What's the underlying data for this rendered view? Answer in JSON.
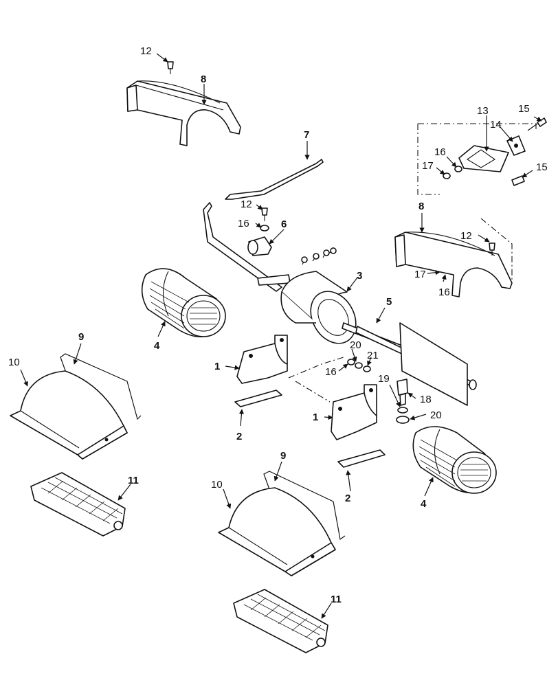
{
  "callouts": {
    "c1a": "1",
    "c1b": "1",
    "c2a": "2",
    "c2b": "2",
    "c3": "3",
    "c4a": "4",
    "c4b": "4",
    "c5": "5",
    "c6": "6",
    "c7": "7",
    "c8a": "8",
    "c8b": "8",
    "c9a": "9",
    "c9b": "9",
    "c10a": "10",
    "c10b": "10",
    "c11a": "11",
    "c11b": "11",
    "c12a": "12",
    "c12b": "12",
    "c12c": "12",
    "c13": "13",
    "c14": "14",
    "c15a": "15",
    "c15b": "15",
    "c16a": "16",
    "c16b": "16",
    "c16c": "16",
    "c16d": "16",
    "c17a": "17",
    "c17b": "17",
    "c18": "18",
    "c19": "19",
    "c20a": "20",
    "c20b": "20",
    "c21": "21"
  }
}
